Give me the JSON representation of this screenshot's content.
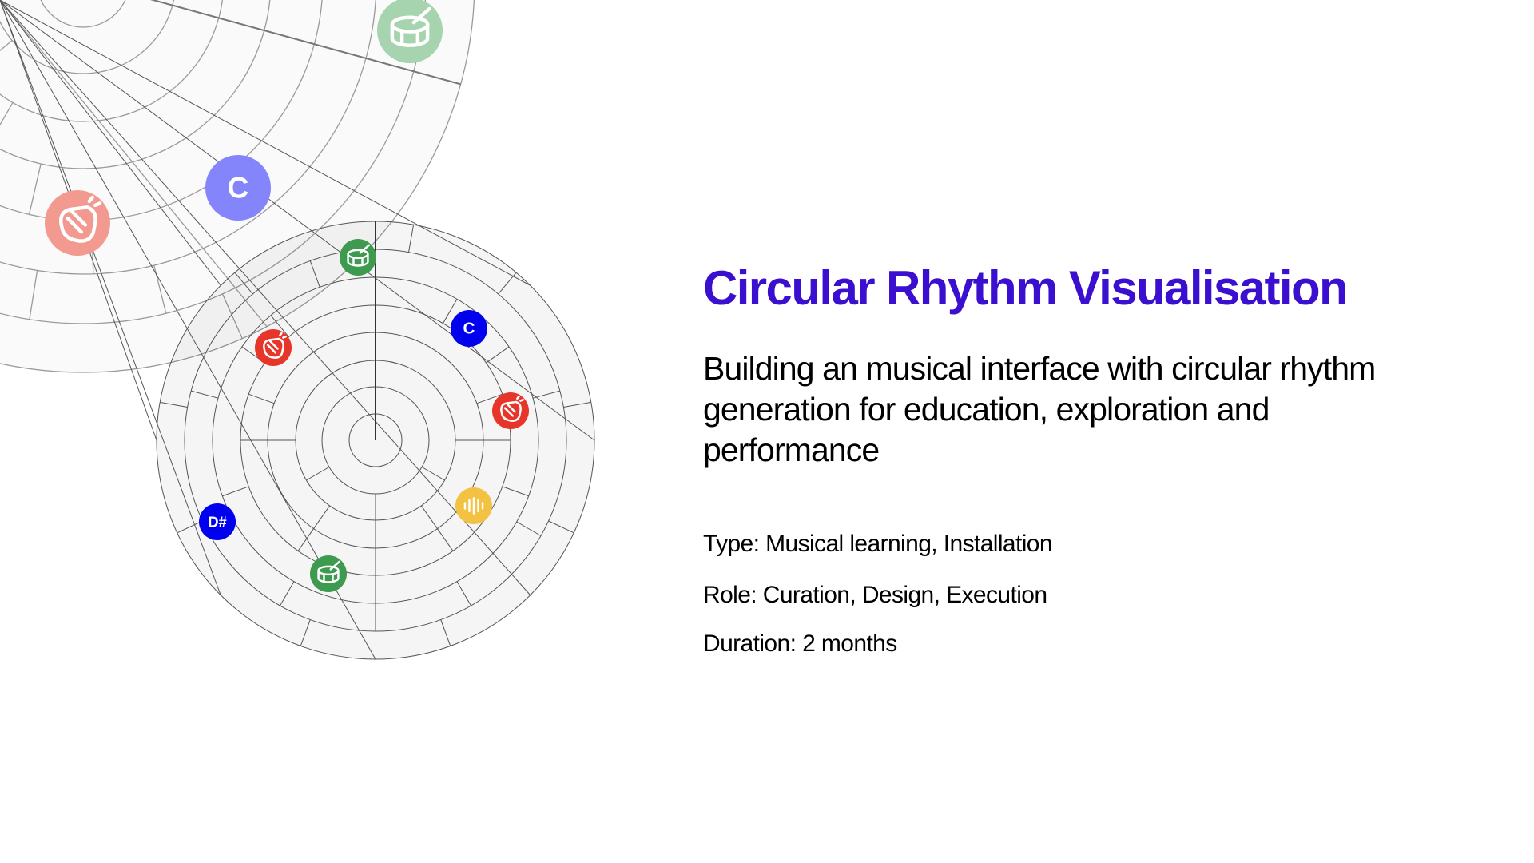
{
  "title": "Circular Rhythm Visualisation",
  "description": "Building an musical interface with circular rhythm generation for education, exploration and performance",
  "meta": [
    "Type: Musical learning, Installation",
    "Role: Curation, Design, Execution",
    "Duration: 2 months"
  ],
  "colors": {
    "title": "#3a0fd0",
    "drum_green": "#3d9a4f",
    "drum_green_faded": "#a5d4ae",
    "clap_red": "#e8352a",
    "clap_faded": "#f29a90",
    "note_blue": "#0000ee",
    "note_faded": "#8585fb",
    "sound_yellow": "#f4c242"
  },
  "large_wheel": {
    "markers": [
      {
        "icon": "drum-icon",
        "color": "#a5d4ae"
      },
      {
        "icon": "note",
        "label": "C",
        "color": "#8585fb"
      },
      {
        "icon": "clap-icon",
        "color": "#f29a90"
      }
    ]
  },
  "small_wheel": {
    "markers": [
      {
        "icon": "drum-icon",
        "color": "#3d9a4f"
      },
      {
        "icon": "clap-icon",
        "color": "#e8352a"
      },
      {
        "icon": "note",
        "label": "C",
        "color": "#0000ee"
      },
      {
        "icon": "clap-icon",
        "color": "#e8352a"
      },
      {
        "icon": "sound-wave-icon",
        "color": "#f4c242"
      },
      {
        "icon": "note",
        "label": "D#",
        "color": "#0000ee"
      },
      {
        "icon": "drum-icon",
        "color": "#3d9a4f"
      }
    ]
  }
}
